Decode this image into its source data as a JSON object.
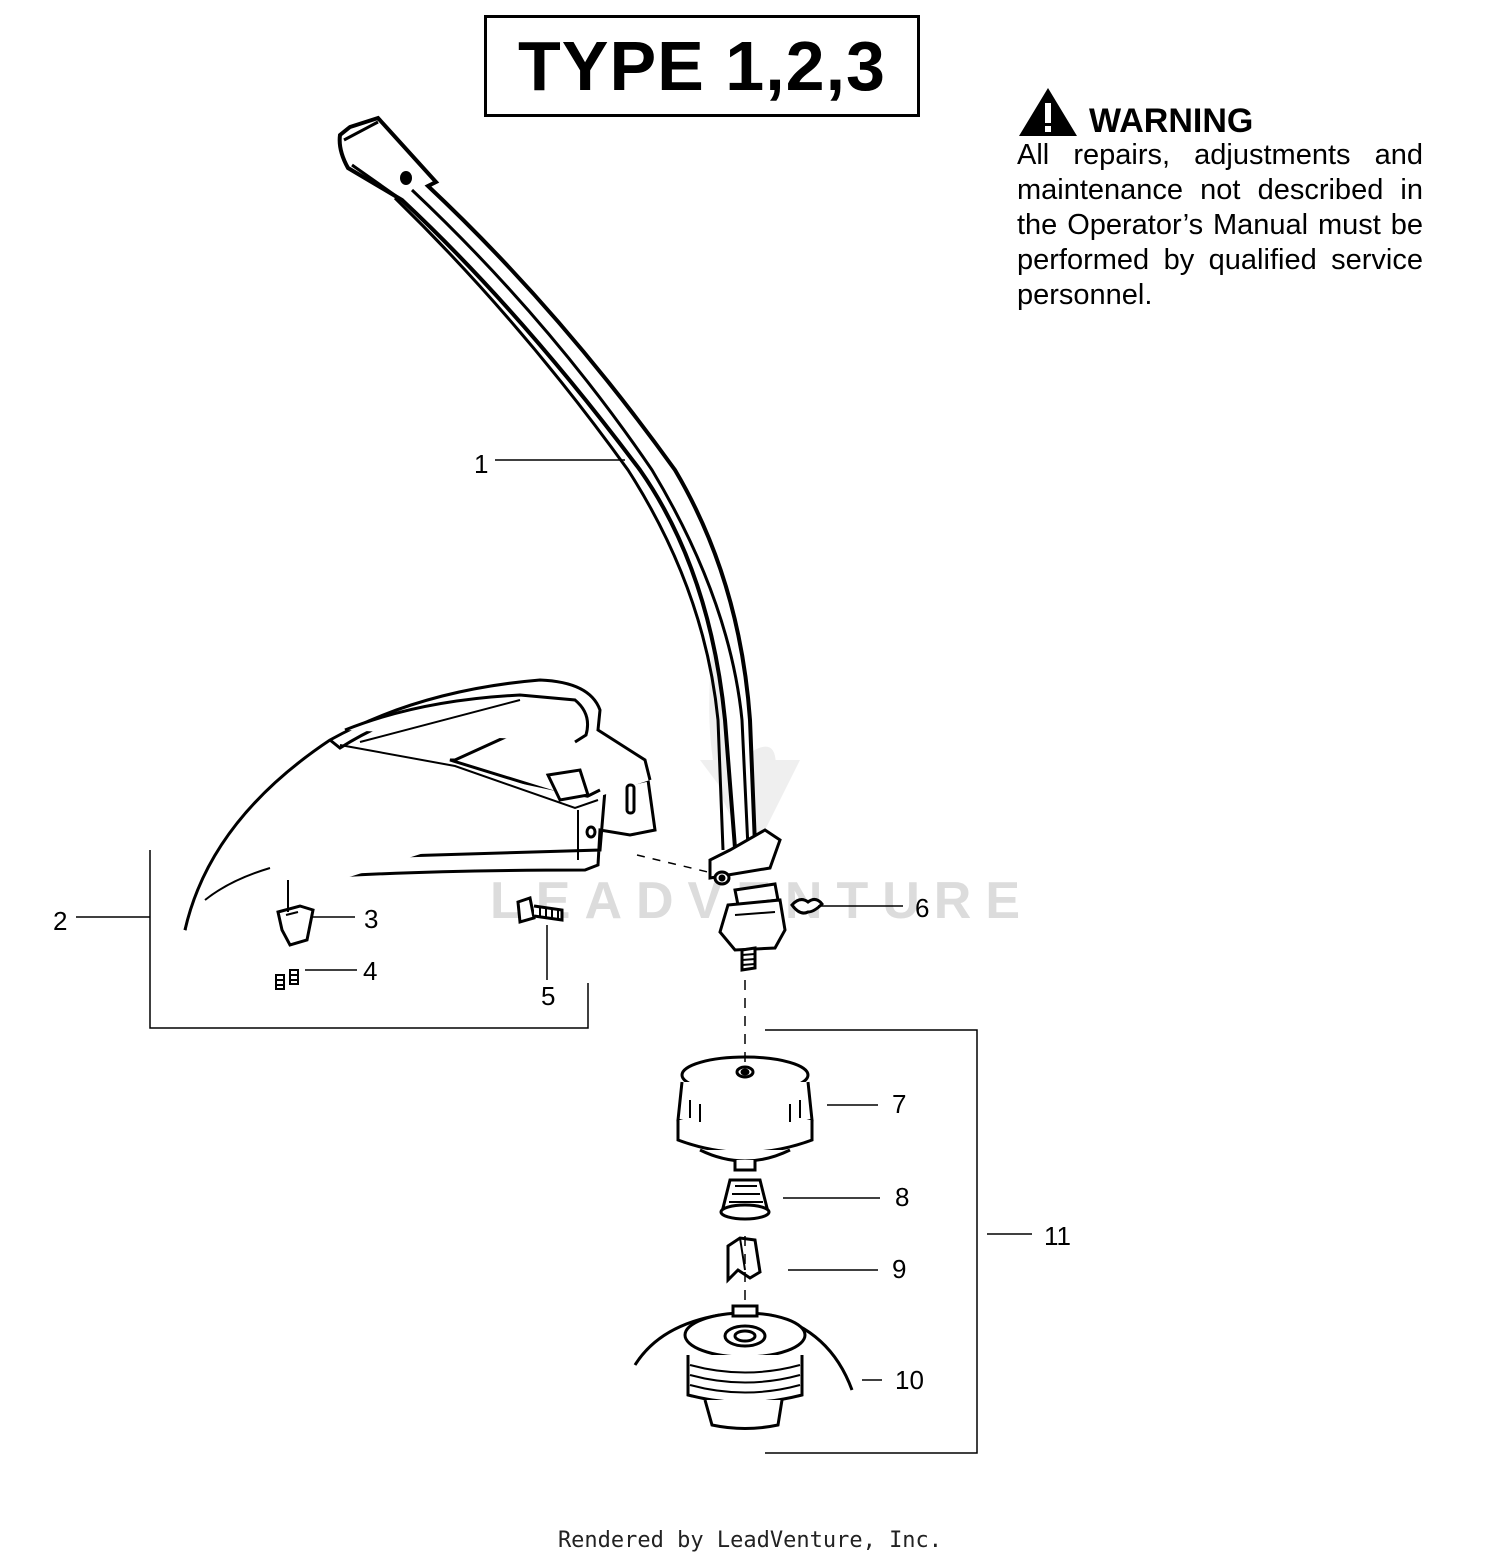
{
  "title": "TYPE 1,2,3",
  "warning": {
    "heading": "WARNING",
    "body": "All repairs, adjustments and maintenance not described in the Operator’s Manual must be performed by qualified service personnel."
  },
  "callouts": {
    "c1": "1",
    "c2": "2",
    "c3": "3",
    "c4": "4",
    "c5": "5",
    "c6": "6",
    "c7": "7",
    "c8": "8",
    "c9": "9",
    "c10": "10",
    "c11": "11"
  },
  "watermark": "LEADVENTURE",
  "footer": "Rendered by LeadVenture, Inc."
}
